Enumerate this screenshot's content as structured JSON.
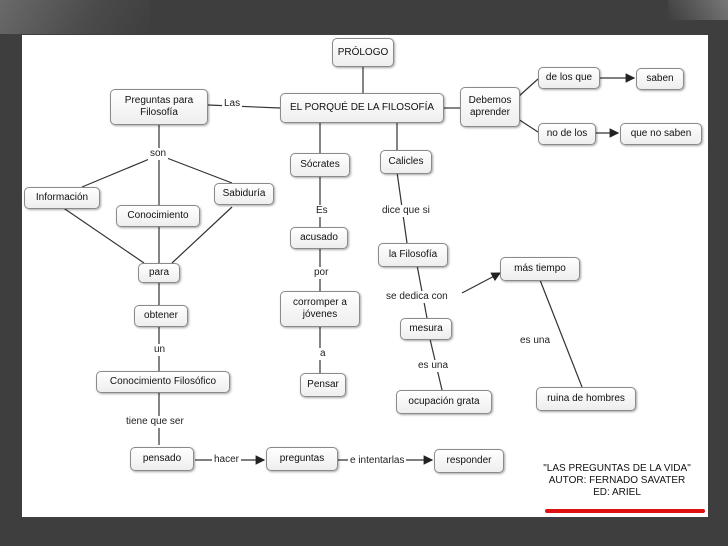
{
  "nodes": {
    "prologo": "PRÓLOGO",
    "porque": "EL PORQUÉ DE LA FILOSOFÍA",
    "preguntas_filosofia": "Preguntas para Filosofía",
    "debemos": "Debemos aprender",
    "de_los_que": "de los que",
    "saben": "saben",
    "no_de_los": "no de los",
    "que_no_saben": "que no saben",
    "socrates": "Sócrates",
    "calicles": "Calicles",
    "informacion": "Información",
    "conocimiento": "Conocimiento",
    "sabiduria": "Sabiduría",
    "para": "para",
    "obtener": "obtener",
    "conocimiento_filosofico": "Conocimiento Filosófico",
    "pensado": "pensado",
    "preguntas": "preguntas",
    "responder": "responder",
    "acusado": "acusado",
    "corromper": "corromper a jóvenes",
    "pensar": "Pensar",
    "la_filosofia": "la Filosofía",
    "mas_tiempo": "más tiempo",
    "mesura": "mesura",
    "ocupacion": "ocupación grata",
    "ruina": "ruina de hombres"
  },
  "links": {
    "las": "Las",
    "son": "son",
    "es": "Es",
    "dice_que_si": "dice que si",
    "por": "por",
    "a": "a",
    "se_dedica_con": "se dedica con",
    "es_una_1": "es una",
    "es_una_2": "es una",
    "un": "un",
    "tiene_que_ser": "tiene que ser",
    "hacer": "hacer",
    "e_intentarlas": "e intentarlas"
  },
  "credits": {
    "line1": "\"LAS PREGUNTAS DE LA VIDA\"",
    "line2": "AUTOR: FERNADO SAVATER",
    "line3": "ED: ARIEL"
  }
}
